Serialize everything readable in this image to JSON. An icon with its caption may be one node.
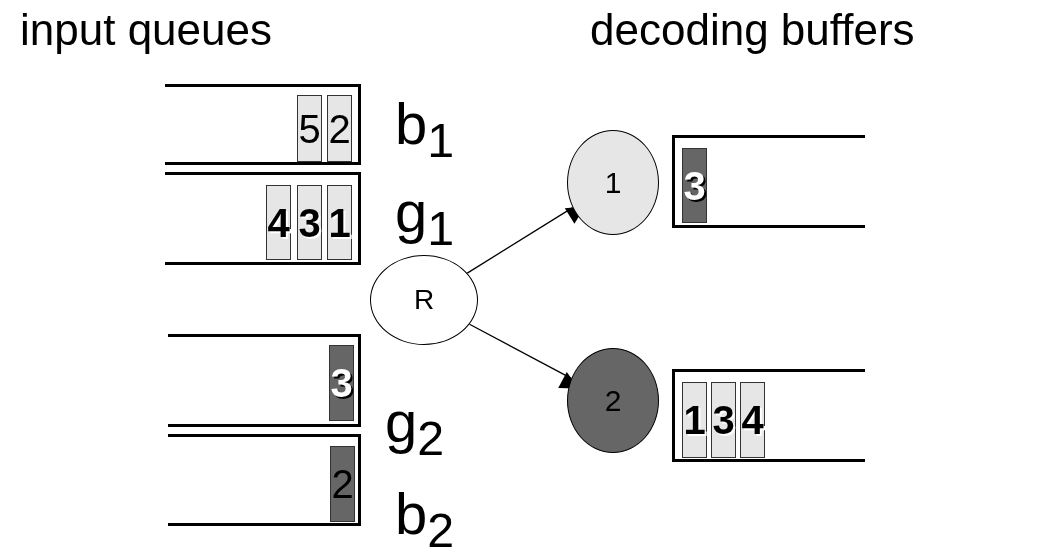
{
  "diagram": {
    "nodes": [
      {
        "text": [],
        "shape": "box",
        "beside": [
          "b$_{1}$"
        ]
      },
      {
        "text": [
          "5"
        ],
        "in": 0
      },
      {
        "text": [
          "2"
        ],
        "in": 0
      },
      {
        "text": [],
        "shape": "box",
        "beside": [
          "g$_{1}$"
        ]
      },
      {
        "text": [
          "4"
        ],
        "in": 3
      },
      {
        "text": [
          "3"
        ],
        "in": 3
      },
      {
        "text": [
          "1"
        ],
        "in": 3
      },
      {
        "text": [
          "R"
        ]
      },
      {
        "text": [
          "1"
        ]
      },
      {
        "text": [],
        "shape": "box"
      },
      {
        "text": [
          "3"
        ],
        "in": 9
      },
      {
        "text": [],
        "shape": "box",
        "beside": [
          "g$_{2}$"
        ]
      },
      {
        "text": [
          "3"
        ],
        "in": 11
      },
      {
        "text": [
          "2"
        ]
      },
      {
        "text": [],
        "shape": "box"
      },
      {
        "text": [
          "1"
        ],
        "in": 14
      },
      {
        "text": [
          "3"
        ],
        "in": 14
      },
      {
        "text": [
          "4"
        ],
        "in": 14
      },
      {
        "text": [],
        "shape": "box",
        "beside": [
          "b$_{2}$"
        ]
      },
      {
        "text": [
          "2"
        ],
        "in": 18
      }
    ],
    "edges": [
      {
        "from": 7,
        "to": 8,
        "arrow": "to"
      },
      {
        "from": 7,
        "to": 13,
        "arrow": "to"
      }
    ],
    "labels": [
      "input queues",
      "decoding buffers"
    ]
  }
}
